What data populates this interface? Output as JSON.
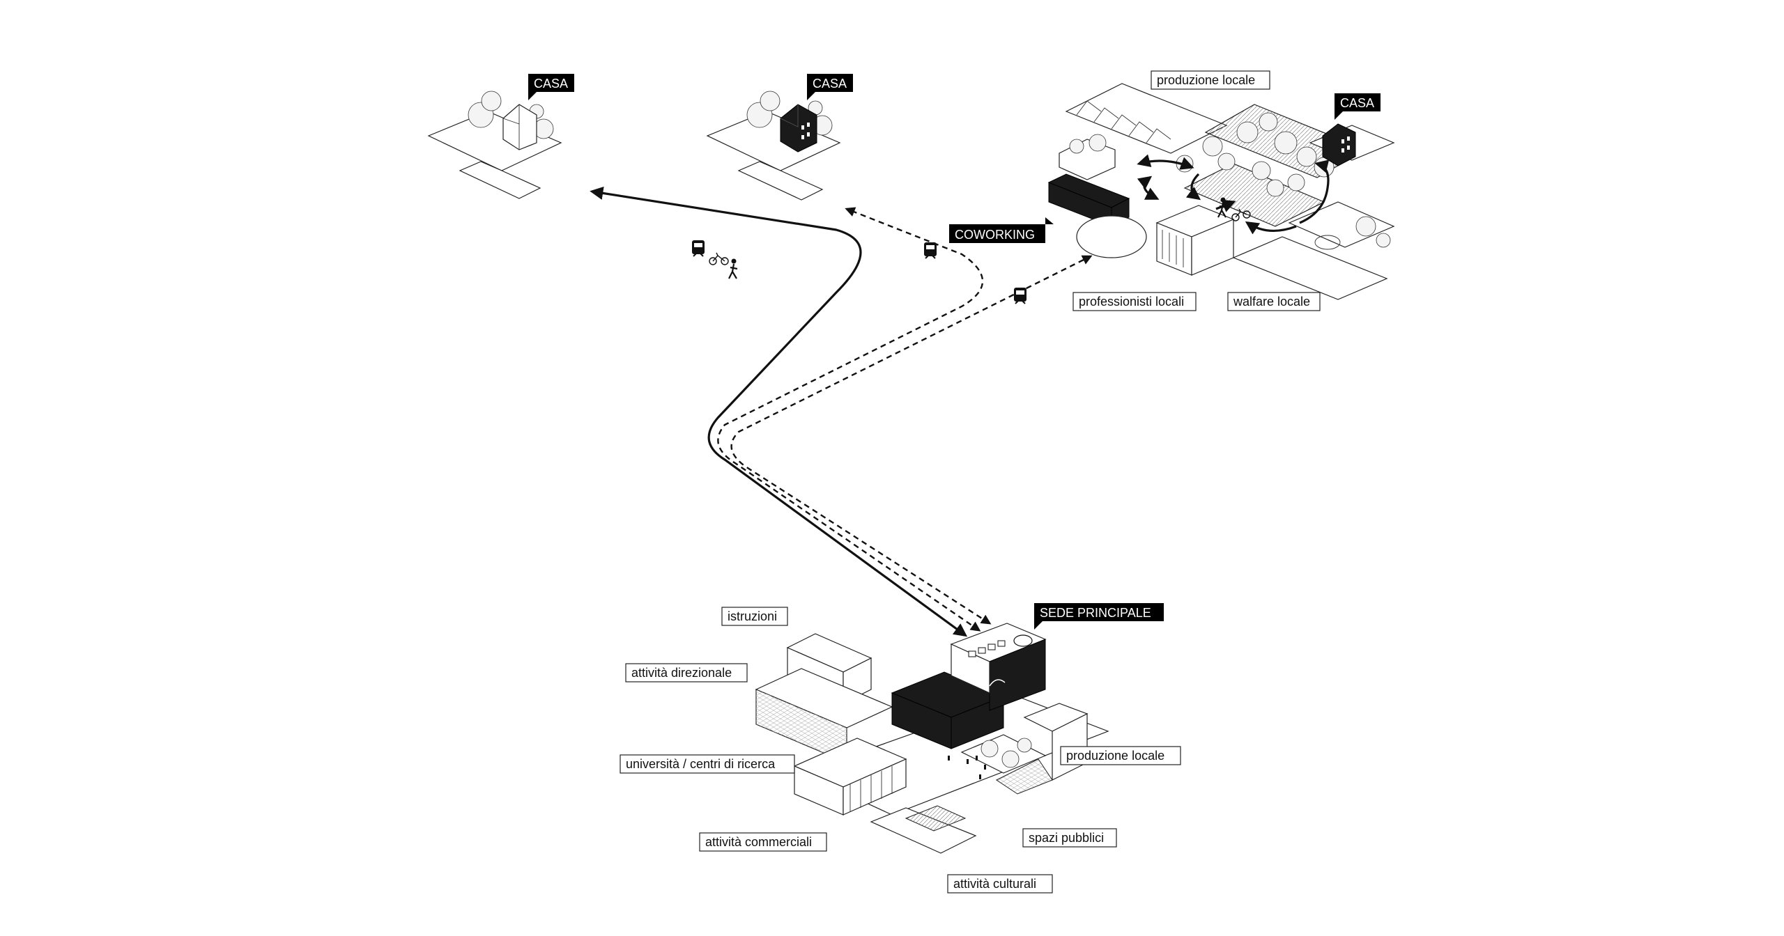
{
  "labels": {
    "casa_1": "CASA",
    "casa_2": "CASA",
    "casa_3": "CASA",
    "coworking": "COWORKING",
    "sede_principale": "SEDE PRINCIPALE",
    "produzione_locale_top": "produzione locale",
    "professionisti_locali": "professionisti locali",
    "walfare_locale": "walfare locale",
    "istruzioni": "istruzioni",
    "attivita_direzionale": "attività direzionale",
    "universita": "università / centri di ricerca",
    "attivita_commerciali": "attività commerciali",
    "attivita_culturali": "attività culturali",
    "spazi_pubblici": "spazi pubblici",
    "produzione_locale_bottom": "produzione locale"
  },
  "icons": {
    "train": "train-icon",
    "bicycle": "bicycle-icon",
    "pedestrian": "pedestrian-icon"
  },
  "colors": {
    "ink": "#111111",
    "paper": "#ffffff"
  }
}
